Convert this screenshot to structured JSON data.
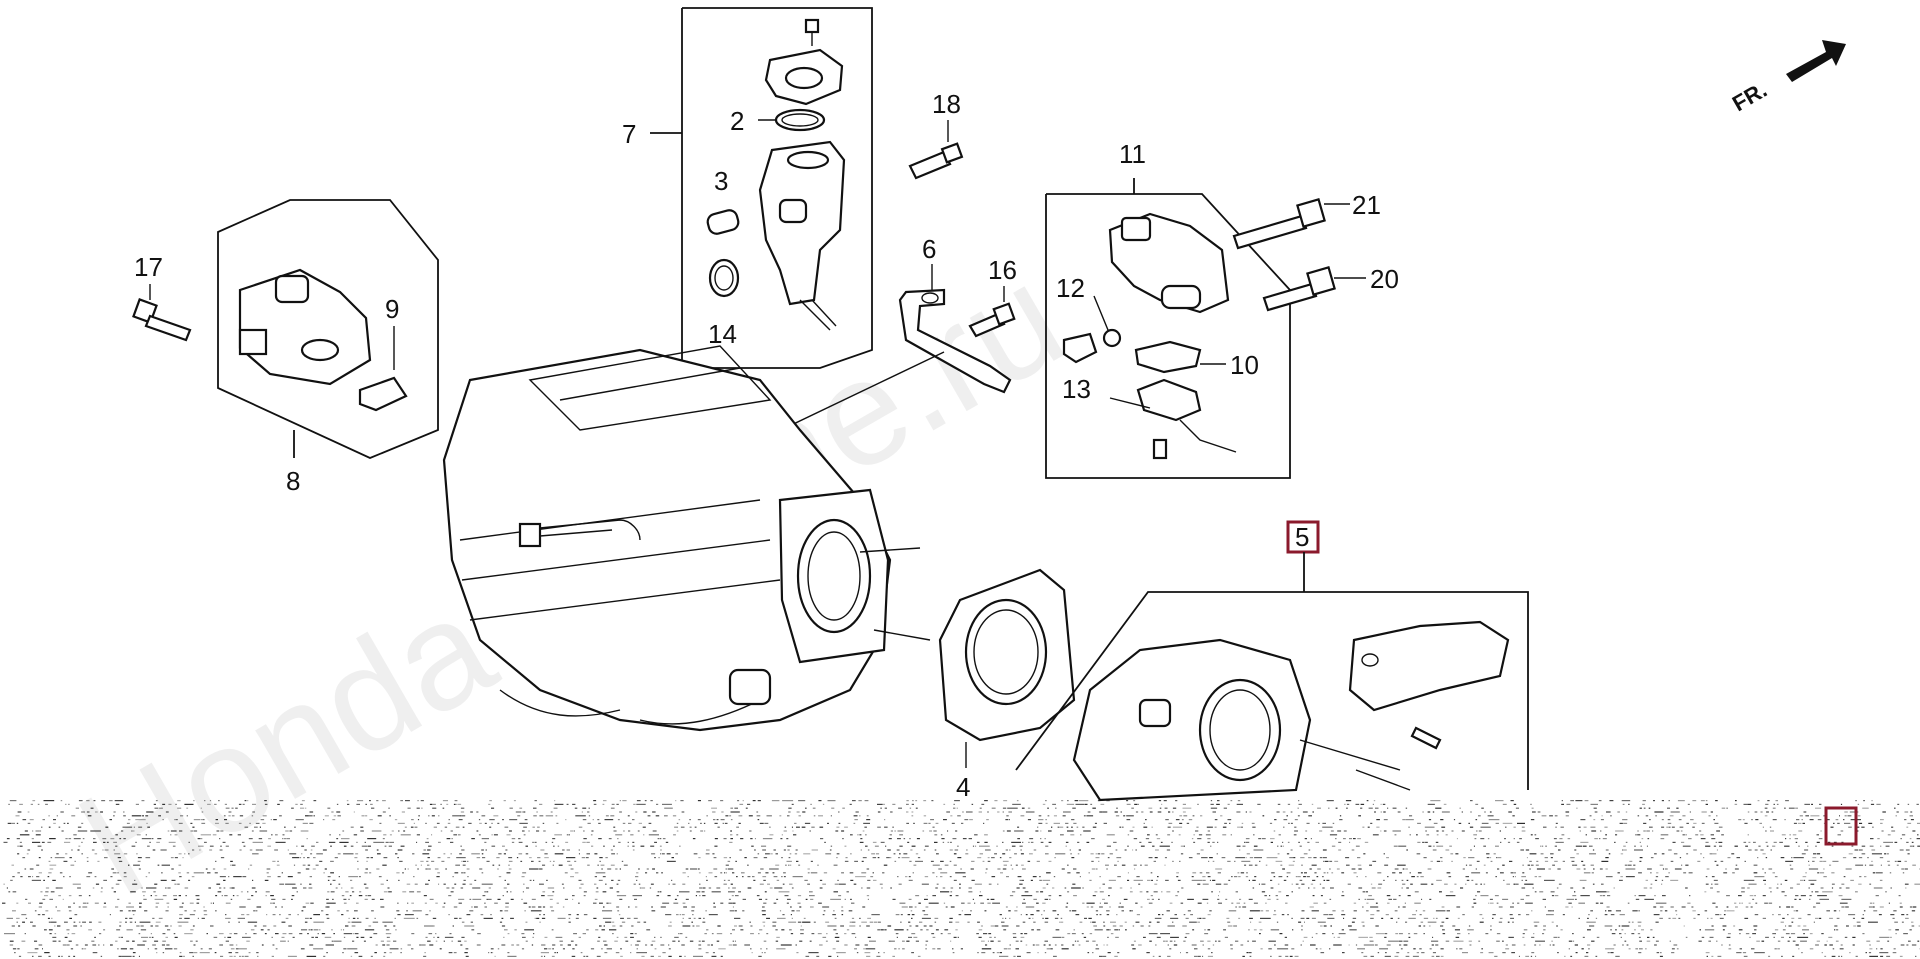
{
  "watermark": "Hondacarlfine.ru",
  "direction_label": "FR.",
  "callouts": [
    "2",
    "3",
    "4",
    "5",
    "6",
    "7",
    "8",
    "9",
    "10",
    "11",
    "12",
    "13",
    "14",
    "16",
    "17",
    "18",
    "20",
    "21"
  ],
  "highlighted_callout": "5",
  "colors": {
    "highlight": "#8b1a2c",
    "ink": "#111111"
  }
}
